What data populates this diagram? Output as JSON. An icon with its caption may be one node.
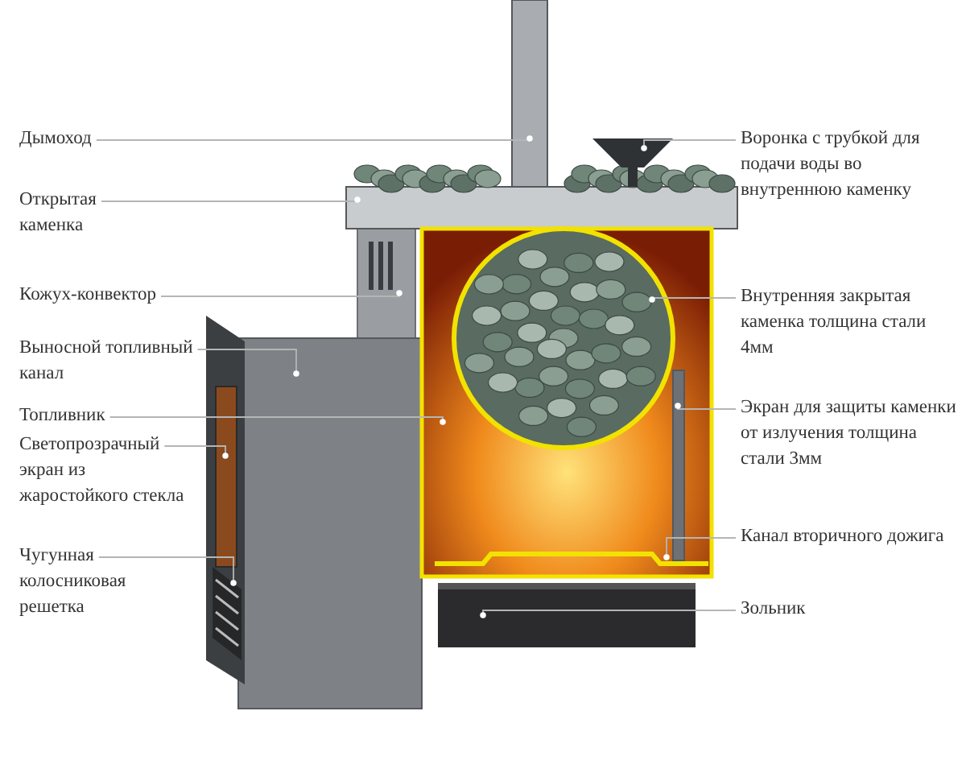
{
  "diagram": {
    "nodes": [
      {
        "text": [
          "Дымоход"
        ]
      },
      {
        "text": [
          "Открытая каменка"
        ]
      },
      {
        "text": [
          "Кожух-конвектор"
        ]
      },
      {
        "text": [
          "Выносной топливный канал"
        ]
      },
      {
        "text": [
          "Топливник"
        ]
      },
      {
        "text": [
          "Светопрозрачный экран из жаростойкого стекла"
        ]
      },
      {
        "text": [
          "Чугунная колосниковая решетка"
        ]
      },
      {
        "text": [
          "Воронка с трубкой для подачи воды во внутреннюю каменку"
        ]
      },
      {
        "text": [
          "Внутренняя закрытая каменка толщина стали 4мм"
        ]
      },
      {
        "text": [
          "Экран для защиты каменки от излучения толщина стали 3мм"
        ]
      },
      {
        "text": [
          "Канал вторичного дожига"
        ]
      },
      {
        "text": [
          "Зольник"
        ]
      },
      {
        "text": [],
        "shape": "box"
      },
      {
        "text": [],
        "shape": "box"
      },
      {
        "text": [],
        "shape": "picture"
      },
      {
        "text": [],
        "shape": "box"
      },
      {
        "text": [],
        "shape": "picture"
      },
      {
        "text": [],
        "shape": "picture"
      },
      {
        "text": [],
        "shape": "picture",
        "in": 17
      },
      {
        "text": [],
        "shape": "picture"
      },
      {
        "text": [],
        "shape": "picture",
        "in": 16
      },
      {
        "text": [],
        "shape": "box",
        "in": 16
      },
      {
        "text": [],
        "shape": "picture",
        "in": 16
      },
      {
        "text": [],
        "shape": "picture"
      }
    ],
    "edges": [
      {
        "from": 0,
        "to": 12,
        "arrow": "other"
      },
      {
        "from": 1,
        "to": 13,
        "arrow": "other"
      },
      {
        "from": 2,
        "to": 14,
        "arrow": "other"
      },
      {
        "from": 3,
        "to": 15,
        "arrow": "other"
      },
      {
        "from": 4,
        "to": 16,
        "arrow": "other"
      },
      {
        "from": 5,
        "to": 17,
        "arrow": "other"
      },
      {
        "from": 6,
        "to": 18,
        "arrow": "other"
      },
      {
        "from": 7,
        "to": 19,
        "arrow": "other"
      },
      {
        "from": 8,
        "to": 20,
        "arrow": "other"
      },
      {
        "from": 9,
        "to": 21,
        "arrow": "other"
      },
      {
        "from": 10,
        "to": 22,
        "arrow": "other"
      },
      {
        "from": 11,
        "to": 23,
        "arrow": "other"
      }
    ]
  }
}
